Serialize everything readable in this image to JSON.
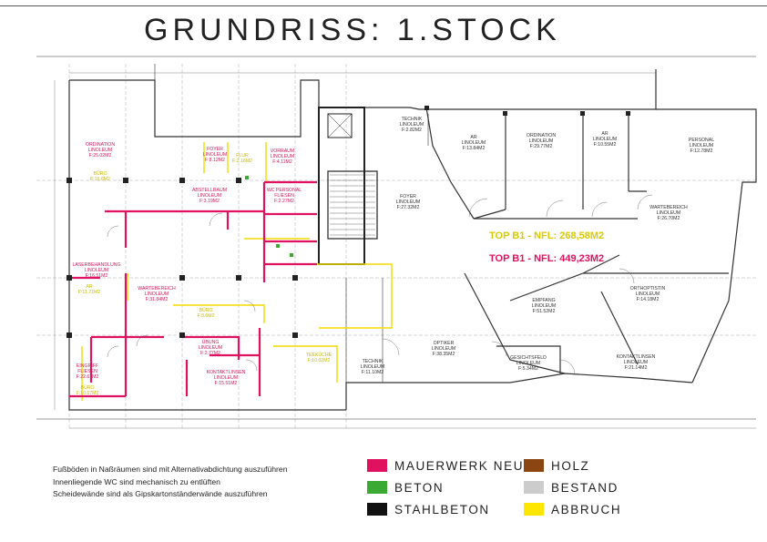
{
  "title": "GRUNDRISS: 1.STOCK",
  "plan": {
    "nfl_yellow": "TOP B1 - NFL: 268,58M2",
    "nfl_red": "TOP B1 - NFL: 449,23M2",
    "rooms": {
      "ordination_left": [
        "ORDINATION",
        "LINOLEUM",
        "F:25.02M2"
      ],
      "buero_top": [
        "BÜRO",
        "F:15.6M2"
      ],
      "foyer_left": [
        "FOYER",
        "LINOLEUM",
        "F:8.12M2"
      ],
      "flur_top": [
        "FLUR",
        "F:2.16M2"
      ],
      "vorraum": [
        "VORRAUM",
        "LINOLEUM",
        "F:4.11M2"
      ],
      "abstellraum": [
        "ABSTELLRAUM",
        "LINOLEUM",
        "F:3.19M2"
      ],
      "wc_personal": [
        "WC PERSONAL",
        "FLIESEN",
        "F:2.27M2"
      ],
      "laserbehandlung": [
        "LASERBEHANDLUNG",
        "LINOLEUM",
        "F:16.51M2"
      ],
      "ar_left": [
        "AR",
        "F:11.71M2"
      ],
      "wartebereich_left": [
        "WARTEBEREICH",
        "LINOLEUM",
        "F:31.84M2"
      ],
      "buero_mid": [
        "BÜRO",
        "F:8.6M2"
      ],
      "uebung": [
        "ÜBUNG",
        "LINOLEUM",
        "F:2.77M2"
      ],
      "eingriff": [
        "EINGRIFF",
        "FLIESEN",
        "F:22.61M2"
      ],
      "buero_bottom": [
        "BÜRO",
        "F:10.67M2"
      ],
      "kontaktlinsen_left": [
        "KONTAKTLINSEN",
        "LINOLEUM",
        "F:15.51M2"
      ],
      "teekueche": [
        "TEEKÜCHE",
        "F:10.02M2"
      ],
      "technik_top": [
        "TECHNIK",
        "LINOLEUM",
        "F:2.82M2"
      ],
      "ar_top1": [
        "AR",
        "LINOLEUM",
        "F:13.84M2"
      ],
      "ordination_right": [
        "ORDINATION",
        "LINOLEUM",
        "F:29.77M2"
      ],
      "ar_top2": [
        "AR",
        "LINOLEUM",
        "F:10.55M2"
      ],
      "personal": [
        "PERSONAL",
        "LINOLEUM",
        "F:12.78M2"
      ],
      "foyer_right": [
        "FOYER",
        "LINOLEUM",
        "F:27.32M2"
      ],
      "wartebereich_right": [
        "WARTEBEREICH",
        "LINOLEUM",
        "F:26.70M2"
      ],
      "empfang": [
        "EMPFANG",
        "LINOLEUM",
        "F:51.52M2"
      ],
      "orthoptistin": [
        "ORTHOPTISTIN",
        "LINOLEUM",
        "F:14.18M2"
      ],
      "optiker": [
        "OPTIKER",
        "LINOLEUM",
        "F:38.35M2"
      ],
      "gesichtsfeld": [
        "GESICHTSFELD",
        "LINOLEUM",
        "F:5.34M2"
      ],
      "kontaktlinsen_right": [
        "KONTAKTLINSEN",
        "LINOLEUM",
        "F:21.14M2"
      ],
      "technik_bottom": [
        "TECHNIK",
        "LINOLEUM",
        "F:11.10M2"
      ]
    }
  },
  "notes": [
    "Fußböden in Naßräumen sind mit Alternativabdichtung auszuführen",
    "Innenliegende WC sind mechanisch zu entlüften",
    "Scheidewände sind als Gipskartonständerwände auszuführen"
  ],
  "legend": [
    {
      "label": "MAUERWERK NEU",
      "color": "#e0115f"
    },
    {
      "label": "HOLZ",
      "color": "#8b4513"
    },
    {
      "label": "BETON",
      "color": "#3aaa35"
    },
    {
      "label": "BESTAND",
      "color": "#cccccc"
    },
    {
      "label": "STAHLBETON",
      "color": "#111111"
    },
    {
      "label": "ABBRUCH",
      "color": "#ffe600"
    }
  ]
}
